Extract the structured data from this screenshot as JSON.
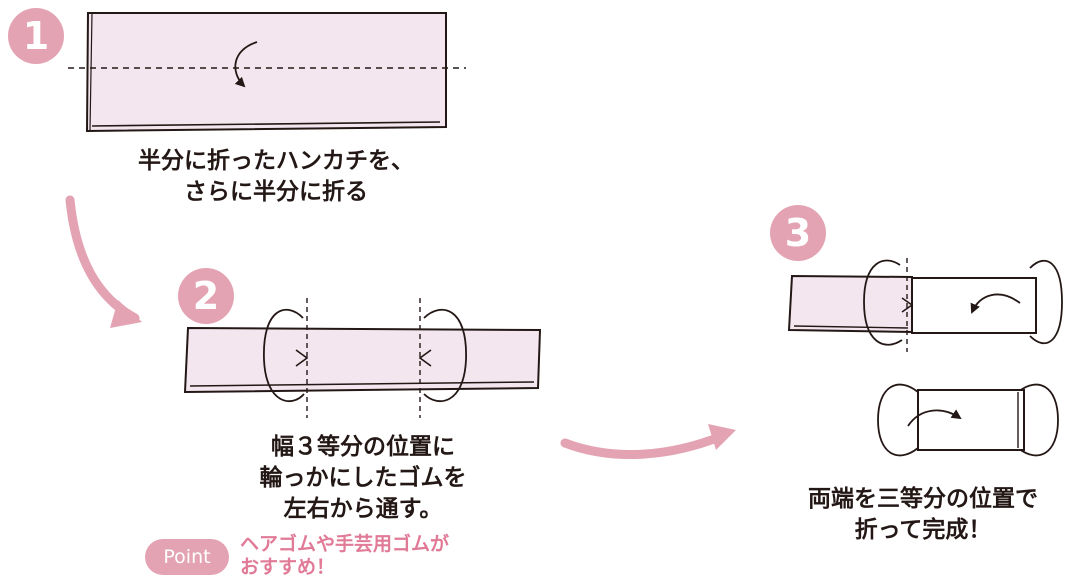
{
  "colors": {
    "accent_pink": "#e3a3b3",
    "handkerchief_fill": "#f4e6ef",
    "note_pink": "#e07a97",
    "line_dark": "#231815"
  },
  "steps": [
    {
      "number": "1",
      "caption_lines": [
        "半分に折ったハンカチを、",
        "さらに半分に折る"
      ]
    },
    {
      "number": "2",
      "caption_lines": [
        "幅３等分の位置に",
        "輪っかにしたゴムを",
        "左右から通す。"
      ]
    },
    {
      "number": "3",
      "caption_lines": [
        "両端を三等分の位置で",
        "折って完成！"
      ]
    }
  ],
  "point": {
    "badge": "Point",
    "note_lines": [
      "ヘアゴムや手芸用ゴムが",
      "おすすめ！"
    ]
  }
}
